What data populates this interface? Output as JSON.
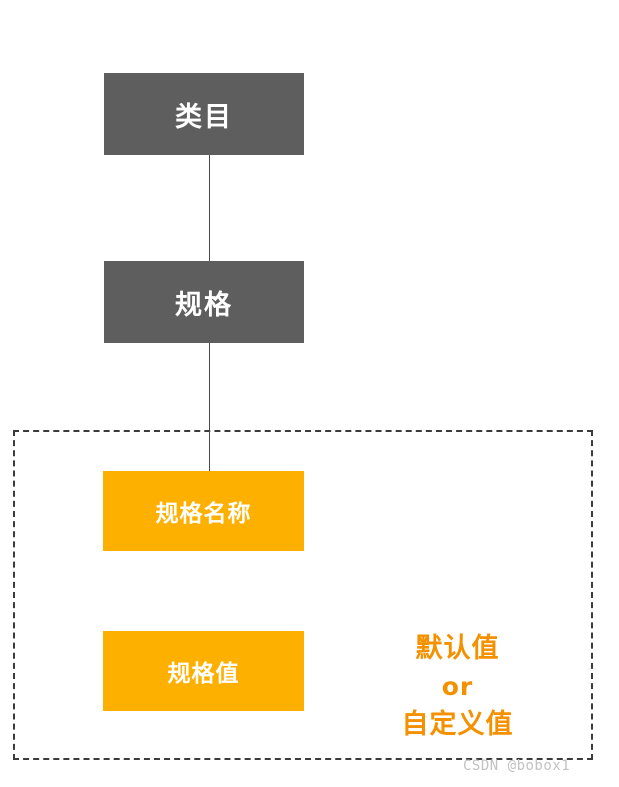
{
  "diagram": {
    "type": "flow",
    "nodes": [
      {
        "id": "category",
        "label": "类目",
        "style": "gray"
      },
      {
        "id": "spec",
        "label": "规格",
        "style": "gray"
      },
      {
        "id": "spec_name",
        "label": "规格名称",
        "style": "orange"
      },
      {
        "id": "spec_value",
        "label": "规格值",
        "style": "orange"
      }
    ],
    "group_label": {
      "line1": "默认值",
      "line2": "or",
      "line3": "自定义值"
    }
  },
  "colors": {
    "gray_node": "#5e5e5e",
    "orange_node": "#fdb000",
    "orange_text": "#f39100",
    "connector": "#4a4a4a",
    "dashed_border": "#3b3b3b",
    "watermark": "#c2c2c2"
  },
  "watermark": "CSDN @bobox1"
}
